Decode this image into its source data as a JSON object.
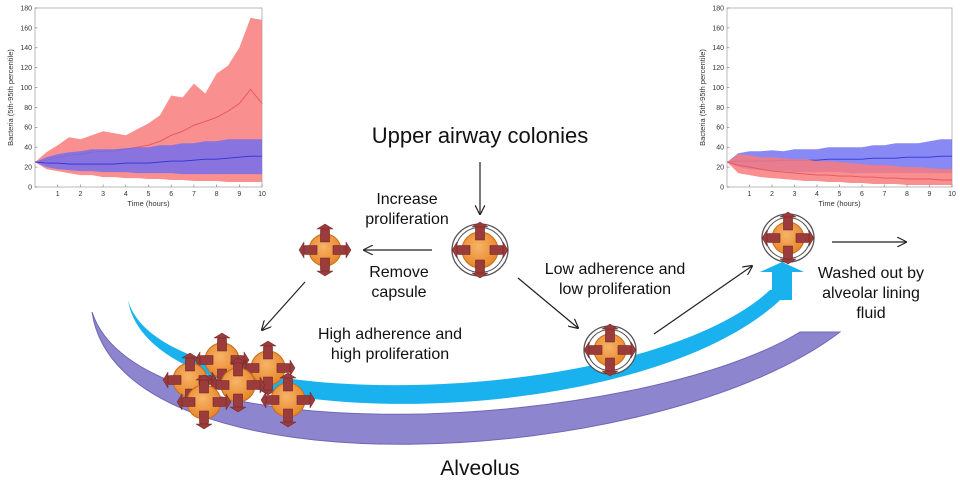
{
  "labels": {
    "upper_airway": "Upper airway colonies",
    "increase_proliferation": "Increase\nproliferation",
    "remove_capsule": "Remove\ncapsule",
    "low_adherence": "Low adherence and\nlow proliferation",
    "high_adherence": "High adherence and\nhigh proliferation",
    "washed_out": "Washed out by\nalveolar lining\nfluid",
    "alveolus": "Alveolus"
  },
  "colors": {
    "red_band": "#f87b7b",
    "red_inner": "#e5575d",
    "blue_band": "#6b6bf2",
    "blue_line": "#3232d6",
    "alveolus": "#8e85cf",
    "flow": "#1ab2ee",
    "cell": "#f29a3c",
    "spike": "#9b3b3b"
  },
  "chart_data": [
    {
      "type": "area",
      "xlabel": "Time (hours)",
      "ylabel": "Bacteria (5th-95th percentile)",
      "xticks": [
        "1",
        "2",
        "3",
        "4",
        "5",
        "6",
        "7",
        "8",
        "9",
        "10"
      ],
      "yticks": [
        "0",
        "20",
        "40",
        "60",
        "80",
        "100",
        "120",
        "140",
        "160",
        "180"
      ],
      "xlim": [
        0,
        10
      ],
      "ylim": [
        0,
        180
      ],
      "x": [
        0,
        0.5,
        1,
        1.5,
        2,
        2.5,
        3,
        3.5,
        4,
        4.5,
        5,
        5.5,
        6,
        6.5,
        7,
        7.5,
        8,
        8.5,
        9,
        9.5,
        10
      ],
      "series": [
        {
          "color": "red",
          "upper": [
            25,
            35,
            42,
            50,
            48,
            52,
            56,
            54,
            52,
            58,
            64,
            72,
            92,
            90,
            104,
            94,
            114,
            122,
            140,
            170,
            168
          ],
          "lower": [
            25,
            18,
            16,
            14,
            12,
            12,
            10,
            10,
            9,
            9,
            8,
            8,
            7,
            7,
            6,
            6,
            6,
            5,
            5,
            5,
            5
          ],
          "median": [
            25,
            27,
            30,
            32,
            33,
            35,
            36,
            36,
            38,
            40,
            42,
            46,
            52,
            56,
            62,
            66,
            70,
            76,
            84,
            98,
            84
          ]
        },
        {
          "color": "blue",
          "upper": [
            25,
            30,
            33,
            35,
            36,
            38,
            38,
            38,
            39,
            40,
            40,
            42,
            42,
            44,
            44,
            46,
            46,
            48,
            48,
            48,
            48
          ],
          "lower": [
            25,
            20,
            18,
            17,
            16,
            16,
            15,
            15,
            15,
            14,
            14,
            14,
            14,
            13,
            13,
            13,
            13,
            13,
            13,
            13,
            13
          ],
          "median": [
            25,
            24,
            24,
            23,
            23,
            23,
            23,
            23,
            24,
            24,
            24,
            25,
            26,
            26,
            27,
            28,
            28,
            29,
            30,
            31,
            31
          ]
        }
      ]
    },
    {
      "type": "area",
      "xlabel": "Time (hours)",
      "ylabel": "Bacteria (5th-95th percentile)",
      "xticks": [
        "1",
        "2",
        "3",
        "4",
        "5",
        "6",
        "7",
        "8",
        "9",
        "10"
      ],
      "yticks": [
        "0",
        "20",
        "40",
        "60",
        "80",
        "100",
        "120",
        "140",
        "160",
        "180"
      ],
      "xlim": [
        0,
        10
      ],
      "ylim": [
        0,
        180
      ],
      "x": [
        0,
        0.5,
        1,
        1.5,
        2,
        2.5,
        3,
        3.5,
        4,
        4.5,
        5,
        5.5,
        6,
        6.5,
        7,
        7.5,
        8,
        8.5,
        9,
        9.5,
        10
      ],
      "series": [
        {
          "color": "blue",
          "upper": [
            25,
            34,
            36,
            36,
            37,
            36,
            38,
            38,
            38,
            40,
            40,
            40,
            40,
            42,
            42,
            44,
            44,
            44,
            46,
            48,
            48
          ],
          "lower": [
            25,
            20,
            18,
            17,
            16,
            16,
            15,
            15,
            15,
            15,
            15,
            14,
            14,
            14,
            14,
            14,
            14,
            14,
            14,
            14,
            14
          ],
          "median": [
            25,
            26,
            26,
            26,
            26,
            27,
            27,
            27,
            27,
            28,
            28,
            28,
            28,
            29,
            29,
            29,
            30,
            30,
            30,
            31,
            31
          ]
        },
        {
          "color": "red",
          "upper": [
            25,
            33,
            32,
            30,
            30,
            29,
            28,
            28,
            26,
            26,
            25,
            24,
            23,
            22,
            22,
            21,
            20,
            20,
            19,
            18,
            18
          ],
          "lower": [
            25,
            14,
            12,
            10,
            9,
            8,
            7,
            6,
            6,
            5,
            5,
            4,
            4,
            3,
            3,
            3,
            2,
            2,
            2,
            2,
            2
          ],
          "median": [
            25,
            22,
            20,
            18,
            16,
            15,
            14,
            13,
            12,
            12,
            11,
            11,
            10,
            10,
            9,
            9,
            8,
            8,
            8,
            7,
            7
          ]
        }
      ]
    }
  ]
}
